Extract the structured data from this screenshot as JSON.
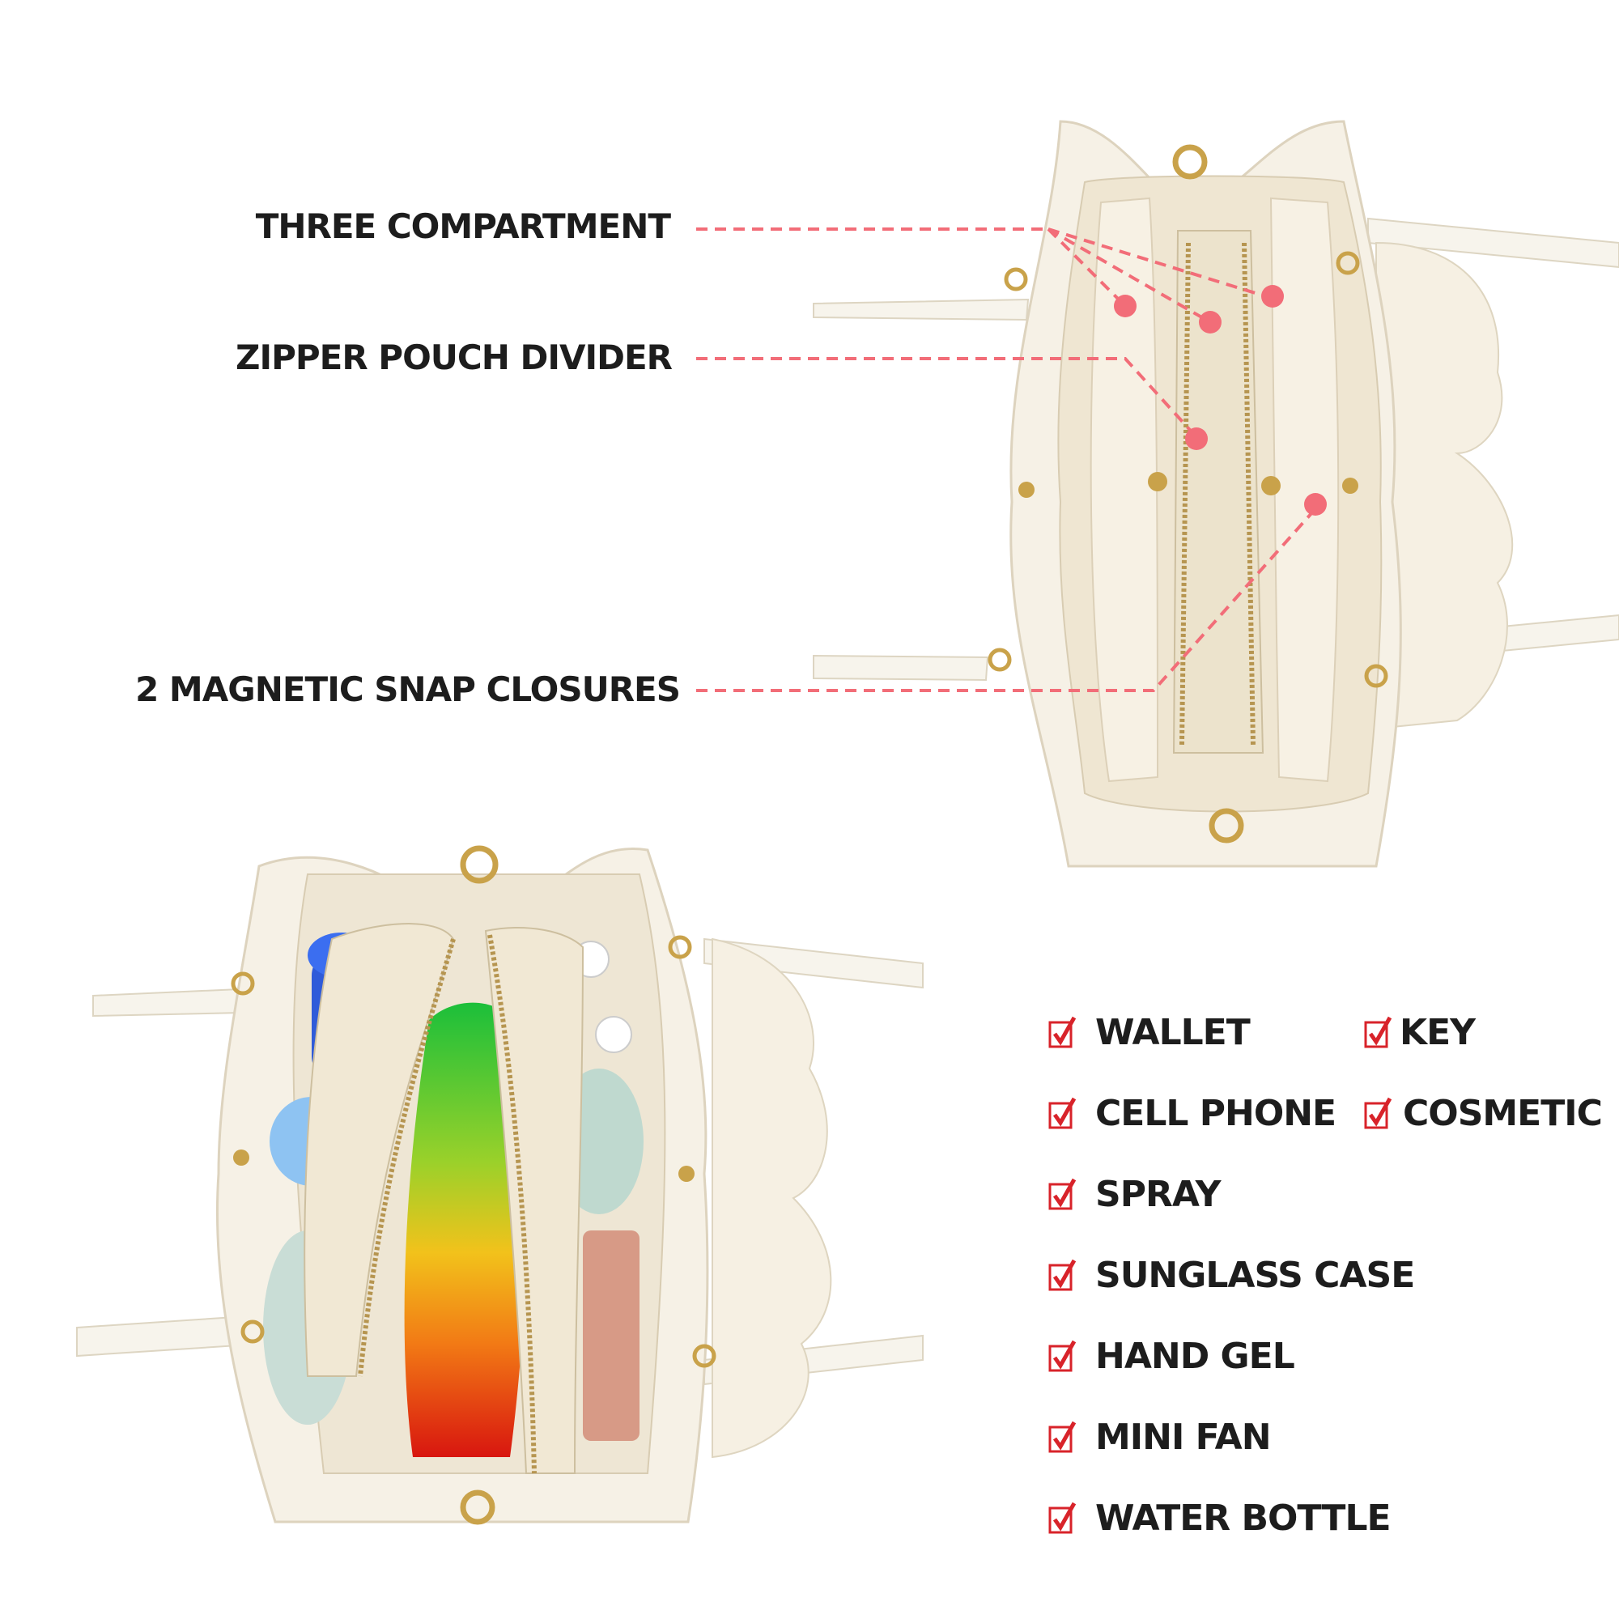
{
  "features": [
    {
      "id": "three-compartment",
      "label": "THREE COMPARTMENT"
    },
    {
      "id": "zipper-pouch-divider",
      "label": "ZIPPER POUCH DIVIDER"
    },
    {
      "id": "magnetic-snap-closures",
      "label": "2 MAGNETIC SNAP CLOSURES"
    }
  ],
  "items_left": [
    "WALLET",
    "CELL PHONE",
    "SPRAY",
    "SUNGLASS CASE",
    "HAND GEL",
    "MINI FAN",
    "WATER BOTTLE"
  ],
  "items_right": [
    "KEY",
    "COSMETIC"
  ],
  "colors": {
    "callout": "#f26d78",
    "check": "#d8232a",
    "text": "#1d1d1d",
    "bag": "#f4efe3",
    "bag_inner": "#ebe2cd",
    "hardware": "#c9a24a"
  }
}
